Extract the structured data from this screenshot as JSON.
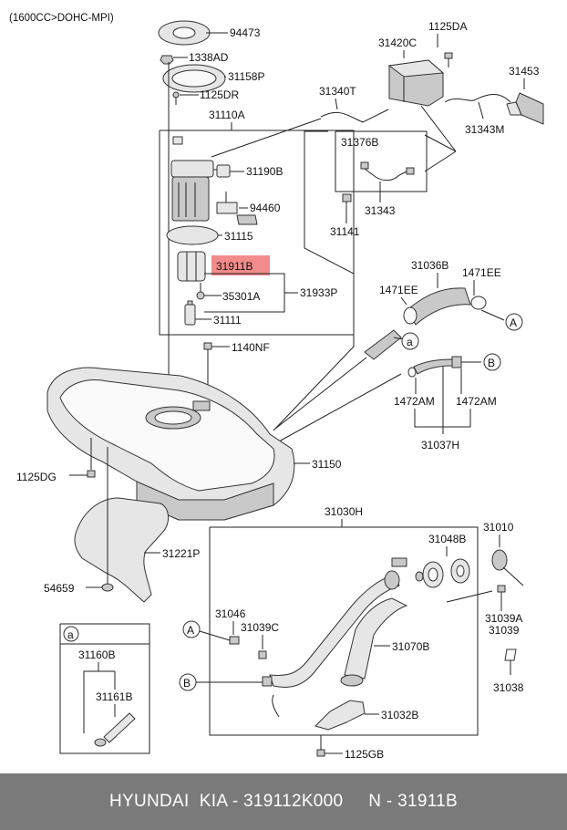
{
  "header": {
    "engine": "(1600CC>DOHC-MPI)"
  },
  "highlight": {
    "part": "31911B",
    "color": "#f28b8b"
  },
  "parts": {
    "p94473": "94473",
    "p1338AD": "1338AD",
    "p31158P": "31158P",
    "p1125DR": "1125DR",
    "p31110A": "31110A",
    "p31190B": "31190B",
    "p94460": "94460",
    "p31115": "31115",
    "p31911B": "31911B",
    "p35301A": "35301A",
    "p31933P": "31933P",
    "p31111": "31111",
    "p1125DA": "1125DA",
    "p31420C": "31420C",
    "p31453": "31453",
    "p31340T": "31340T",
    "p31343M": "31343M",
    "p31376B": "31376B",
    "p31343": "31343",
    "p31141": "31141",
    "p31036B": "31036B",
    "p1471EE_l": "1471EE",
    "p1471EE_r": "1471EE",
    "p1140NF": "1140NF",
    "p1472AM_l": "1472AM",
    "p1472AM_r": "1472AM",
    "p31037H": "31037H",
    "p31150": "31150",
    "p1125DG": "1125DG",
    "p31221P": "31221P",
    "p54659": "54659",
    "p31030H": "31030H",
    "p31048B": "31048B",
    "p31010": "31010",
    "p31046": "31046",
    "p31039C": "31039C",
    "p31070B": "31070B",
    "p31039A": "31039A",
    "p31039": "31039",
    "p31038": "31038",
    "p31032B": "31032B",
    "p1125GB": "1125GB",
    "p31160B": "31160B",
    "p31161B": "31161B"
  },
  "callouts": {
    "a": "a",
    "b": "B",
    "a_upper": "A"
  },
  "footer": {
    "text": "HYUNDAI  KIA - 319112K000     N - 31911B"
  }
}
